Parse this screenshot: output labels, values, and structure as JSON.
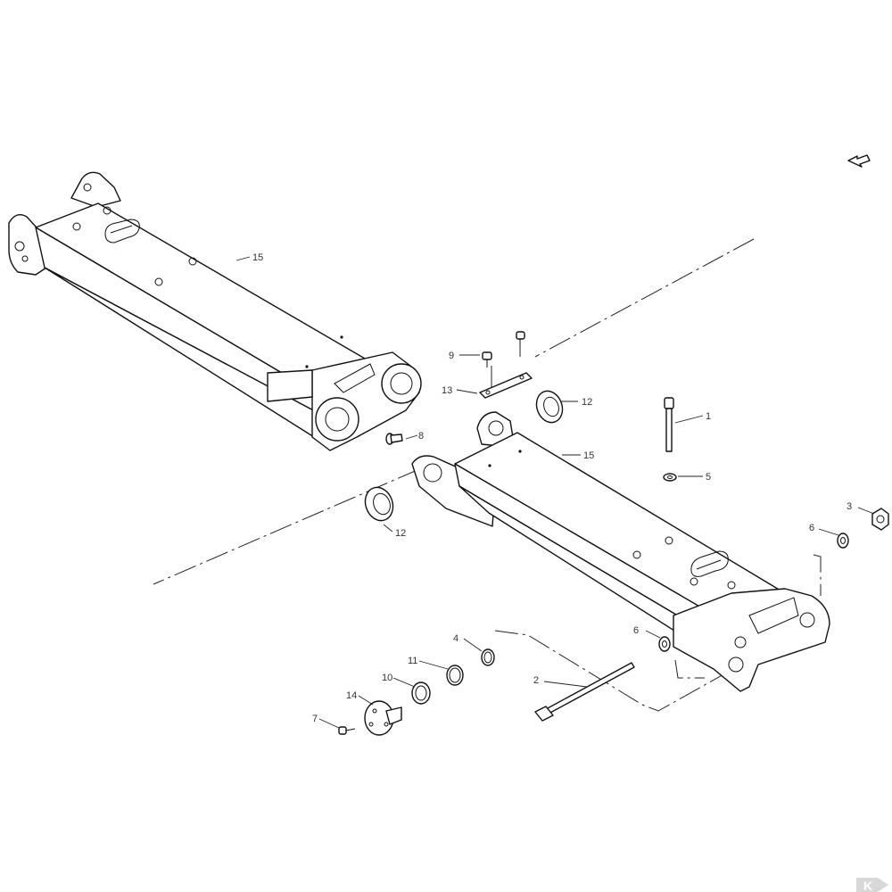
{
  "labels": [
    {
      "id": "beam-left",
      "text": "15"
    },
    {
      "id": "plate",
      "text": "13"
    },
    {
      "id": "bolt-small-top",
      "text": "9"
    },
    {
      "id": "bearing-top",
      "text": "12"
    },
    {
      "id": "bolt-long-vertical",
      "text": "1"
    },
    {
      "id": "beam-right",
      "text": "15"
    },
    {
      "id": "pin-small",
      "text": "8"
    },
    {
      "id": "washer-vertical",
      "text": "5"
    },
    {
      "id": "bearing-bottom",
      "text": "12"
    },
    {
      "id": "nut",
      "text": "3"
    },
    {
      "id": "washer-right",
      "text": "6"
    },
    {
      "id": "circlip",
      "text": "4"
    },
    {
      "id": "washer-mid",
      "text": "6"
    },
    {
      "id": "ring-11",
      "text": "11"
    },
    {
      "id": "ring-10",
      "text": "10"
    },
    {
      "id": "long-bolt",
      "text": "2"
    },
    {
      "id": "flanged-pin",
      "text": "14"
    },
    {
      "id": "screw-small",
      "text": "7"
    }
  ],
  "brand_logo": "K",
  "icons": [
    "orientation-arrow-icon"
  ]
}
